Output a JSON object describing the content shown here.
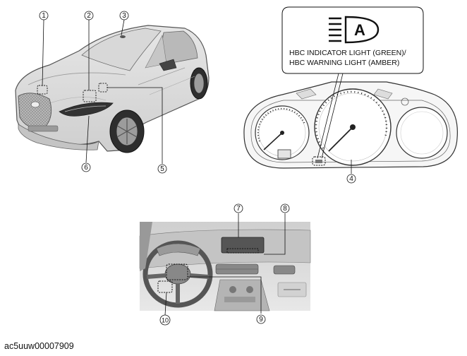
{
  "callout": {
    "line1": "HBC INDICATOR LIGHT (GREEN)/",
    "line2": "HBC WARNING LIGHT (AMBER)",
    "icon_letter": "A"
  },
  "markers": [
    "1",
    "2",
    "3",
    "4",
    "5",
    "6",
    "7",
    "8",
    "9",
    "10"
  ],
  "image_code": "ac5uuw00007909"
}
